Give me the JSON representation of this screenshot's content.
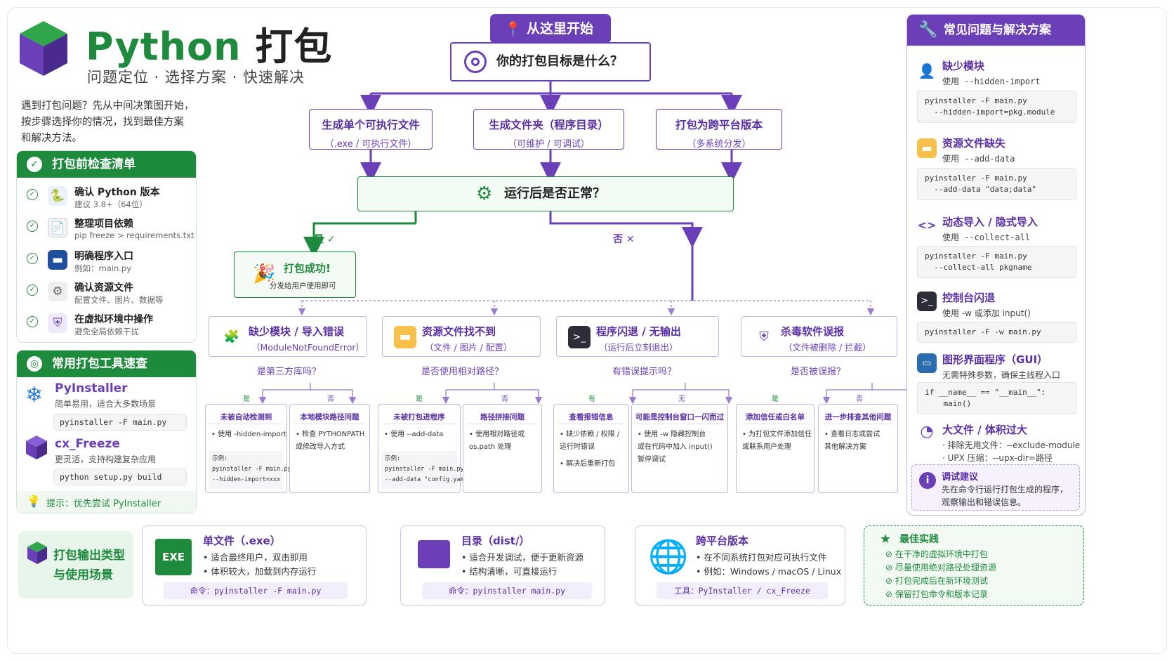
{
  "header": {
    "title_en": "Python",
    "title_cn": "打包",
    "subtitle": "问题定位 · 选择方案 · 快速解决",
    "intro_lines": [
      "遇到打包问题？先从中间决策图开始，",
      "按步骤选择你的情况，找到最佳方案",
      "和解决方法。"
    ]
  },
  "checklist": {
    "title": "打包前检查清单",
    "items": [
      {
        "title": "确认 Python 版本",
        "desc": "建议 3.8+（64位）",
        "icon": "python-icon"
      },
      {
        "title": "整理项目依赖",
        "desc": "pip freeze > requirements.txt",
        "icon": "document-icon"
      },
      {
        "title": "明确程序入口",
        "desc": "例如：main.py",
        "icon": "folder-icon"
      },
      {
        "title": "确认资源文件",
        "desc": "配置文件、图片、数据等",
        "icon": "gear-icon"
      },
      {
        "title": "在虚拟环境中操作",
        "desc": "避免全局依赖干扰",
        "icon": "shield-icon"
      }
    ]
  },
  "tools": {
    "title": "常用打包工具速查",
    "items": [
      {
        "name": "PyInstaller",
        "desc": "简单易用，适合大多数场景",
        "cmd": "pyinstaller -F main.py",
        "icon": "snowflake-icon"
      },
      {
        "name": "cx_Freeze",
        "desc": "更灵活，支持构建复杂应用",
        "cmd": "python setup.py build",
        "icon": "cube-icon"
      }
    ],
    "tip": "提示：优先尝试 PyInstaller"
  },
  "flow": {
    "start": "从这里开始",
    "goal": "你的打包目标是什么？",
    "options": [
      {
        "title": "生成单个可执行文件",
        "sub": "（.exe / 可执行文件）"
      },
      {
        "title": "生成文件夹（程序目录）",
        "sub": "（可维护 / 可调试）"
      },
      {
        "title": "打包为跨平台版本",
        "sub": "（多系统分发）"
      }
    ],
    "run_check": "运行后是否正常？",
    "yes": "是",
    "no": "否",
    "success_title": "打包成功!",
    "success_sub": "分发给用户使用即可",
    "problems": [
      {
        "title": "缺少模块 / 导入错误",
        "sub": "（ModuleNotFoundError）",
        "question": "是第三方库吗？",
        "icon": "puzzle-icon",
        "yes_label": "是",
        "no_label": "否",
        "yes_box": {
          "head": "未被自动检测到",
          "lines": [
            "• 使用 -hidden-import"
          ],
          "example": [
            "示例:",
            "pyinstaller -F main.py",
            "--hidden-import=xxx"
          ]
        },
        "no_box": {
          "head": "本地模块路径问题",
          "lines": [
            "• 检查 PYTHONPATH",
            "  或修改导入方式"
          ]
        }
      },
      {
        "title": "资源文件找不到",
        "sub": "（文件 / 图片 / 配置）",
        "question": "是否使用相对路径？",
        "icon": "folder-icon",
        "yes_label": "是",
        "no_label": "否",
        "yes_box": {
          "head": "未被打包进程序",
          "lines": [
            "• 使用 --add-data"
          ],
          "example": [
            "示例:",
            "pyinstaller -F main.py",
            "--add-data \"config.yaml;.\""
          ]
        },
        "no_box": {
          "head": "路径拼接问题",
          "lines": [
            "• 使用相对路径或",
            "  os.path 处理"
          ]
        }
      },
      {
        "title": "程序闪退 / 无输出",
        "sub": "（运行后立刻退出）",
        "question": "有错误提示吗？",
        "icon": "terminal-icon",
        "yes_label": "有",
        "no_label": "无",
        "yes_box": {
          "head": "查看报错信息",
          "lines": [
            "• 缺少依赖 / 权限 /",
            "  运行时错误",
            "• 解决后重新打包"
          ]
        },
        "no_box": {
          "head": "可能是控制台窗口一闪而过",
          "lines": [
            "• 使用 -w 隐藏控制台",
            "  或在代码中加入 input()",
            "  暂停调试"
          ]
        }
      },
      {
        "title": "杀毒软件误报",
        "sub": "（文件被删除 / 拦截）",
        "question": "是否被误报？",
        "icon": "shield-icon",
        "yes_label": "是",
        "no_label": "否",
        "yes_box": {
          "head": "添加信任或白名单",
          "lines": [
            "• 为打包文件添加信任",
            "  或联系用户处理"
          ]
        },
        "no_box": {
          "head": "进一步排查其他问题",
          "lines": [
            "• 查看日志或尝试",
            "  其他解决方案"
          ]
        }
      }
    ]
  },
  "faq": {
    "title": "常见问题与解决方案",
    "items": [
      {
        "title": "缺少模块",
        "sub": "使用 --hidden-import",
        "code": "pyinstaller -F main.py\n  --hidden-import=pkg.module",
        "icon": "user-icon"
      },
      {
        "title": "资源文件缺失",
        "sub": "使用 --add-data",
        "code": "pyinstaller -F main.py\n  --add-data \"data;data\"",
        "icon": "folder-icon"
      },
      {
        "title": "动态导入 / 隐式导入",
        "sub": "使用 --collect-all",
        "code": "pyinstaller -F main.py\n  --collect-all pkgname",
        "icon": "code-icon"
      },
      {
        "title": "控制台闪退",
        "sub": "使用 -w 或添加 input()",
        "code": "pyinstaller -F -w main.py",
        "icon": "terminal-icon"
      },
      {
        "title": "图形界面程序（GUI）",
        "sub": "无需特殊参数，确保主线程入口",
        "code": "if __name__ == \"__main__\":\n    main()",
        "icon": "monitor-icon"
      },
      {
        "title": "大文件 / 体积过大",
        "sub_lines": [
          "· 排除无用文件：--exclude-module",
          "· UPX 压缩：--upx-dir=路径"
        ],
        "icon": "pie-icon"
      }
    ],
    "tip_title": "调试建议",
    "tip_lines": [
      "先在命令行运行打包生成的程序，",
      "观察输出和错误信息。"
    ]
  },
  "bottom": {
    "label_lines": [
      "打包输出类型",
      "与使用场景"
    ],
    "cards": [
      {
        "title": "单文件（.exe）",
        "lines": [
          "• 适合最终用户，双击即用",
          "• 体积较大，加载到内存运行"
        ],
        "cmd": "命令：pyinstaller -F main.py",
        "icon": "exe-icon",
        "icon_text": "EXE"
      },
      {
        "title": "目录（dist/）",
        "lines": [
          "• 适合开发调试，便于更新资源",
          "• 结构清晰，可直接运行"
        ],
        "cmd": "命令：pyinstaller main.py",
        "icon": "folder-icon"
      },
      {
        "title": "跨平台版本",
        "lines": [
          "• 在不同系统打包对应可执行文件",
          "• 例如：Windows / macOS / Linux"
        ],
        "cmd": "工具：PyInstaller / cx_Freeze",
        "icon": "globe-icon"
      }
    ],
    "best": {
      "title": "最佳实践",
      "items": [
        "在干净的虚拟环境中打包",
        "尽量使用绝对路径处理资源",
        "打包完成后在新环境测试",
        "保留打包命令和版本记录"
      ]
    }
  },
  "colors": {
    "green": "#1e8a3c",
    "purple": "#6b3fb8",
    "light_purple": "#c7b4e6"
  }
}
